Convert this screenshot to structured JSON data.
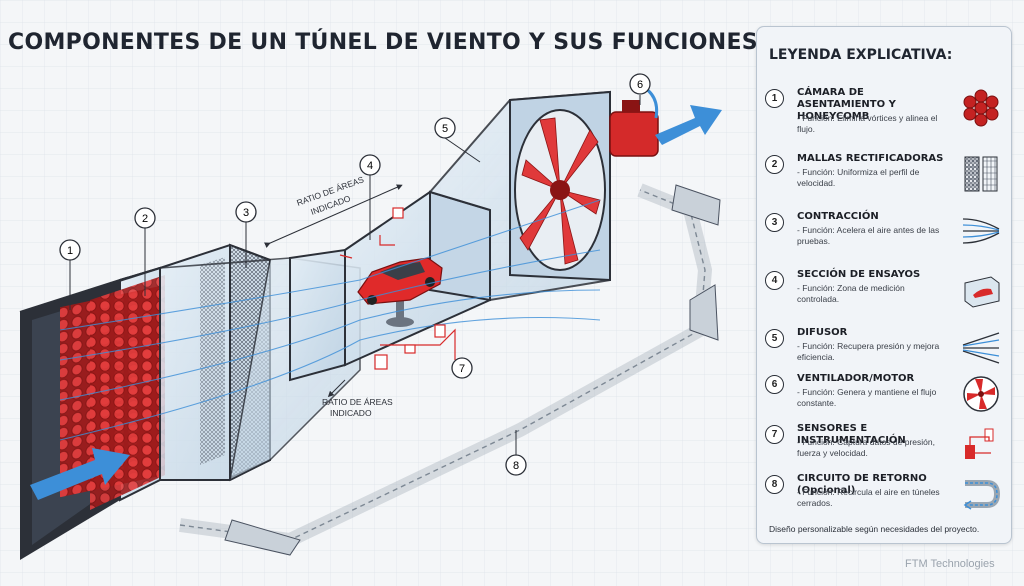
{
  "title": "COMPONENTES DE UN TÚNEL DE VIENTO Y SUS FUNCIONES",
  "diagram": {
    "callouts": [
      "1",
      "2",
      "3",
      "4",
      "5",
      "6",
      "7",
      "8"
    ],
    "ratio_label_top": [
      "RATIO DE ÁREAS",
      "INDICADO"
    ],
    "ratio_label_bottom": [
      "RATIO DE ÁREAS",
      "INDICADO"
    ]
  },
  "legend": {
    "title": "LEYENDA EXPLICATIVA:",
    "items": [
      {
        "num": "1",
        "name": "CÁMARA DE ASENTAMIENTO Y HONEYCOMB",
        "desc": "- Función: Elimina vórtices y alinea el flujo.",
        "icon": "honeycomb-icon"
      },
      {
        "num": "2",
        "name": "MALLAS RECTIFICADORAS",
        "desc": "- Función: Uniformiza el perfil de velocidad.",
        "icon": "mesh-screens-icon"
      },
      {
        "num": "3",
        "name": "CONTRACCIÓN",
        "desc": "- Función: Acelera el aire antes de las pruebas.",
        "icon": "converging-flow-icon"
      },
      {
        "num": "4",
        "name": "SECCIÓN DE ENSAYOS",
        "desc": "- Función: Zona de medición controlada.",
        "icon": "test-section-car-icon"
      },
      {
        "num": "5",
        "name": "DIFUSOR",
        "desc": "- Función: Recupera presión y mejora eficiencia.",
        "icon": "diverging-flow-icon"
      },
      {
        "num": "6",
        "name": "VENTILADOR/MOTOR",
        "desc": "- Función: Genera y mantiene el flujo constante.",
        "icon": "fan-icon"
      },
      {
        "num": "7",
        "name": "SENSORES E INSTRUMENTACIÓN",
        "desc": "- Función: Captura datos de presión, fuerza y velocidad.",
        "icon": "sensors-icon"
      },
      {
        "num": "8",
        "name": "CIRCUITO DE RETORNO (Opcional)",
        "desc": "- Función: Recircula el aire en túneles cerrados.",
        "icon": "return-circuit-icon"
      }
    ],
    "footer": "Diseño personalizable según necesidades del proyecto."
  },
  "brand": "FTM Technologies",
  "colors": {
    "accent_blue": "#3d8fd8",
    "accent_red": "#d82a2a",
    "frame_dark": "#2c3038",
    "glass": "#cfe0ee"
  }
}
